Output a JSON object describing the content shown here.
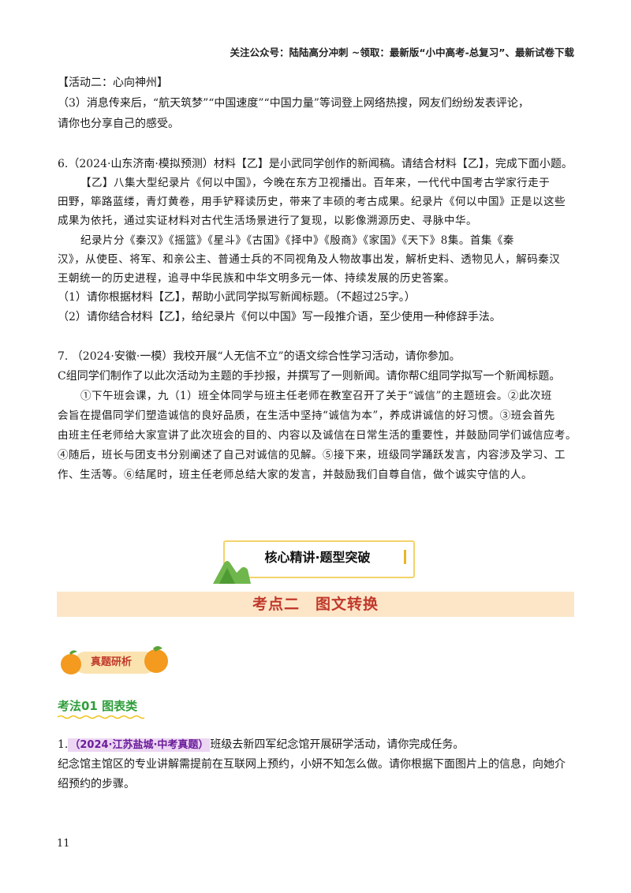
{
  "header": {
    "text": "关注公众号：陆陆高分冲刺  ~领取：最新版“小中高考-总复习”、最新试卷下载"
  },
  "activity2": {
    "title": "【活动二：心向神州】",
    "q3_line1": "（3）消息传来后，“航天筑梦”“中国速度”“中国力量”等词登上网络热搜，网友们纷纷发表评论，",
    "q3_line2": "请你也分享自己的感受。"
  },
  "q6": {
    "stem": "6.（2024·山东济南·模拟预测）材料【乙】是小武同学创作的新闻稿。请结合材料【乙】，完成下面小题。",
    "p1_l1": "【乙】八集大型纪录片《何以中国》，今晚在东方卫视播出。百年来，一代代中国考古学家行走于",
    "p1_l2": "田野，筚路蓝缕，青灯黄卷，用手铲释读历史，带来了丰硕的考古成果。纪录片《何以中国》正是以这些",
    "p1_l3": "成果为依托，通过实证材料对古代生活场景进行了复现，以影像溯源历史、寻脉中华。",
    "p2_l1": "纪录片分《秦汉》《摇篮》《星斗》《古国》《择中》《殷商》《家国》《天下》8集。首集《秦",
    "p2_l2": "汉》，从使臣、将军、和亲公主、普通士兵的不同视角及人物故事出发，解析史料、透物见人，解码秦汉",
    "p2_l3": "王朝统一的历史进程，追寻中华民族和中华文明多元一体、持续发展的历史答案。",
    "sub1": "（1）请你根据材料【乙】，帮助小武同学拟写新闻标题。（不超过25字。）",
    "sub2": "（2）请你结合材料【乙】，给纪录片《何以中国》写一段推介语，至少使用一种修辞手法。"
  },
  "q7": {
    "stem": "7.  （2024·安徽·一模）我校开展“人无信不立”的语文综合性学习活动，请你参加。",
    "line2": "C组同学们制作了以此次活动为主题的手抄报，并撰写了一则新闻。请你帮C组同学拟写一个新闻标题。",
    "p_l1": "①下午班会课，九（1）班全体同学与班主任老师在教室召开了关于“诚信”的主题班会。②此次班",
    "p_l2": "会旨在提倡同学们塑造诚信的良好品质，在生活中坚持“诚信为本”，养成讲诚信的好习惯。③班会首先",
    "p_l3": "由班主任老师给大家宣讲了此次班会的目的、内容以及诚信在日常生活的重要性，并鼓励同学们诚信应考。",
    "p_l4": "④随后，班长与团支书分别阐述了自己对诚信的见解。⑤接下来，班级同学踊跃发言，内容涉及学习、工",
    "p_l5": "作、生活等。⑥结尾时，班主任老师总结大家的发言，并鼓励我们自尊自信，做个诚实守信的人。"
  },
  "banner": {
    "label": "核心精讲·题型突破"
  },
  "section": {
    "title": "考点二　图文转换"
  },
  "badge": {
    "label": "真题研析"
  },
  "kaofa": {
    "label": "考法01 图表类"
  },
  "q1": {
    "number": "1.",
    "source": "（2024·江苏盐城·中考真题）",
    "stem_rest": "班级去新四军纪念馆开展研学活动，请你完成任务。",
    "line2": "纪念馆主馆区的专业讲解需提前在互联网上预约，小妍不知怎么做。请你根据下面图片上的信息，向她介",
    "line3": "绍预约的步骤。"
  },
  "page_number": "11",
  "colors": {
    "section_red": "#c0392b",
    "section_bg": "#fde6c8",
    "kaofa_green": "#2e9e3a",
    "badge_gold": "#f3d36a",
    "highlight": "#ecd6f3"
  }
}
